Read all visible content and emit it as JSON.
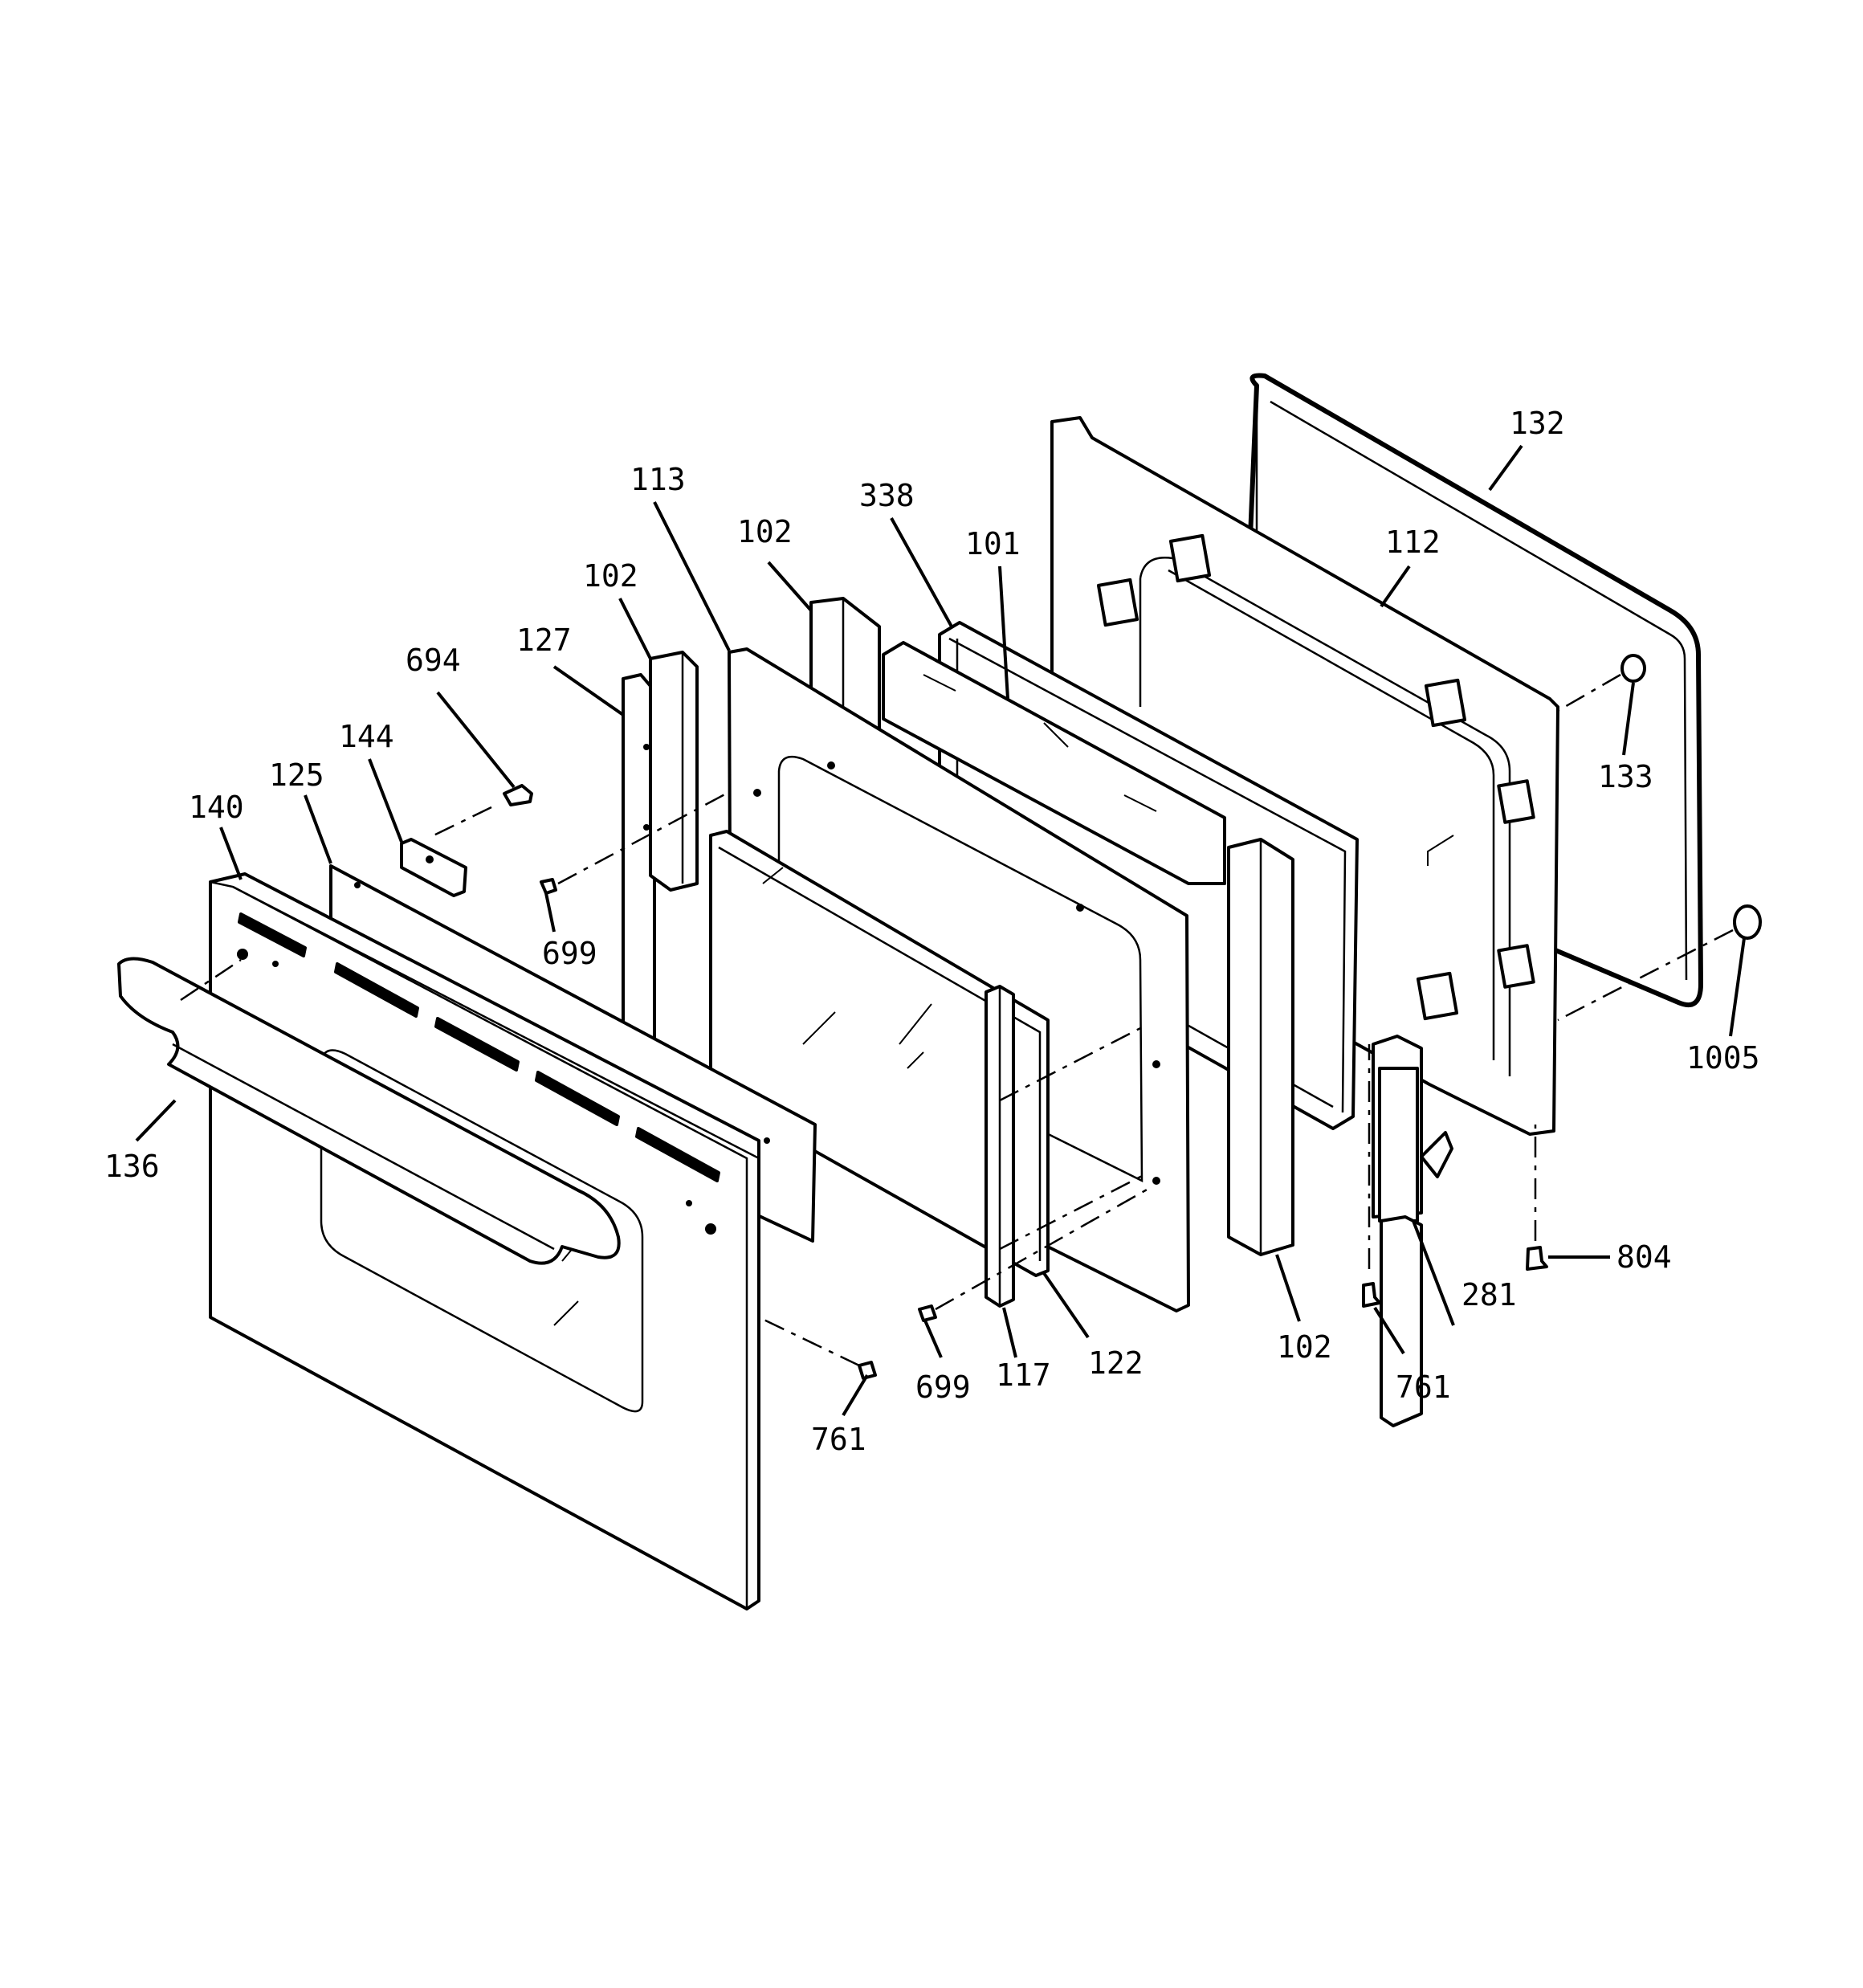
{
  "diagram": {
    "type": "exploded-parts-diagram",
    "callouts": [
      {
        "id": "c132",
        "label": "132"
      },
      {
        "id": "c112",
        "label": "112"
      },
      {
        "id": "c133",
        "label": "133"
      },
      {
        "id": "c1005",
        "label": "1005"
      },
      {
        "id": "c338",
        "label": "338"
      },
      {
        "id": "c101",
        "label": "101"
      },
      {
        "id": "c113",
        "label": "113"
      },
      {
        "id": "c102a",
        "label": "102"
      },
      {
        "id": "c102b",
        "label": "102"
      },
      {
        "id": "c102c",
        "label": "102"
      },
      {
        "id": "c127",
        "label": "127"
      },
      {
        "id": "c694",
        "label": "694"
      },
      {
        "id": "c144",
        "label": "144"
      },
      {
        "id": "c125",
        "label": "125"
      },
      {
        "id": "c140",
        "label": "140"
      },
      {
        "id": "c699a",
        "label": "699"
      },
      {
        "id": "c699b",
        "label": "699"
      },
      {
        "id": "c136",
        "label": "136"
      },
      {
        "id": "c761a",
        "label": "761"
      },
      {
        "id": "c761b",
        "label": "761"
      },
      {
        "id": "c117",
        "label": "117"
      },
      {
        "id": "c122",
        "label": "122"
      },
      {
        "id": "c281",
        "label": "281"
      },
      {
        "id": "c804",
        "label": "804"
      }
    ]
  }
}
